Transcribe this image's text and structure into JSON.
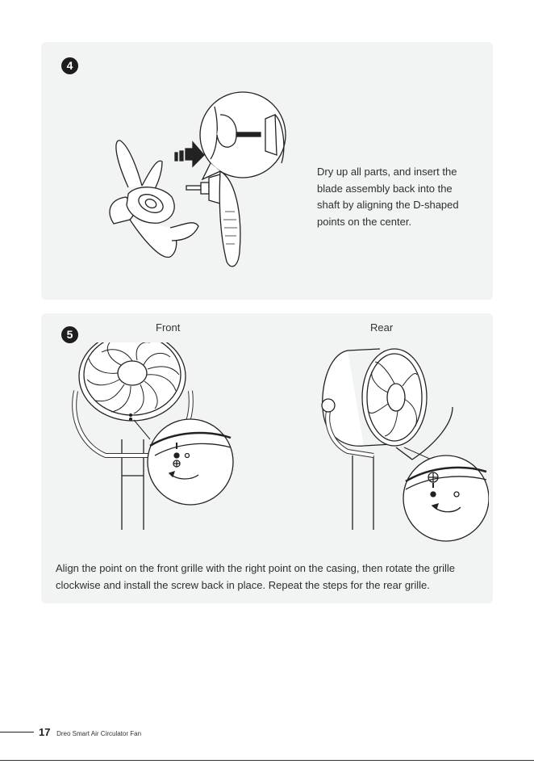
{
  "step4": {
    "number": "4",
    "text": "Dry up all parts, and insert the blade assembly back into the shaft by aligning the D-shaped points on the center."
  },
  "step5": {
    "number": "5",
    "front_label": "Front",
    "rear_label": "Rear",
    "text": "Align the point on the front grille with the right point on the casing, then rotate the grille clockwise and install the screw back in place. Repeat the steps for the rear grille."
  },
  "footer": {
    "page_number": "17",
    "title": "Dreo Smart Air Circulator Fan"
  }
}
